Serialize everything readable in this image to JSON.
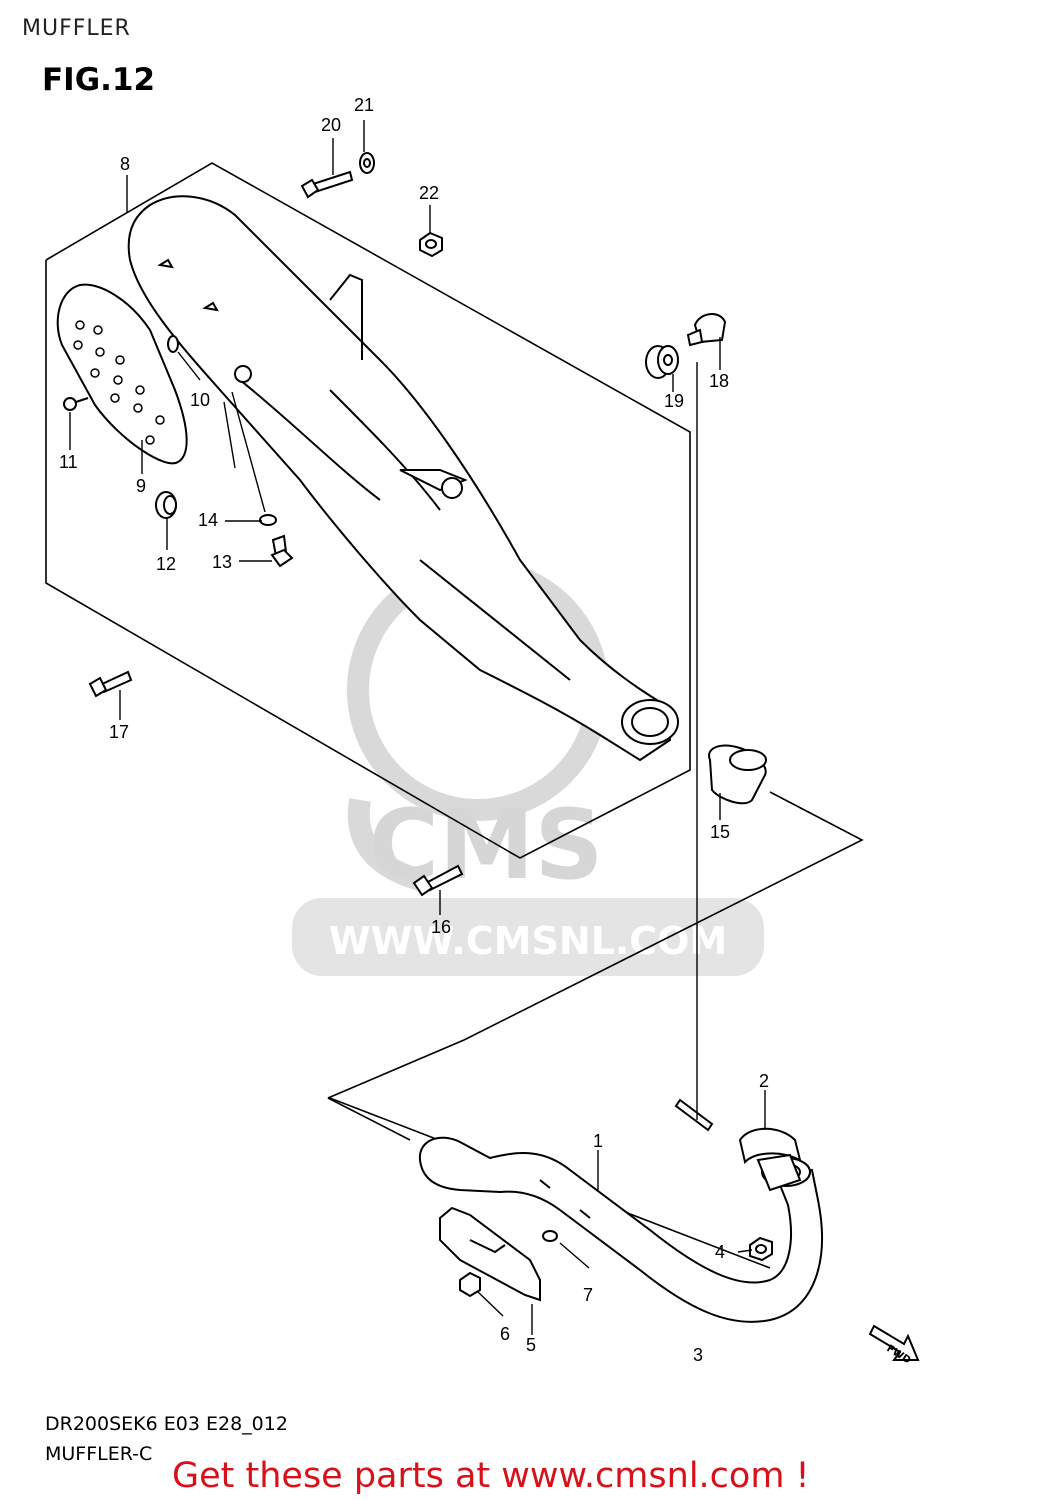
{
  "header": {
    "section_title": "MUFFLER",
    "figure_label": "FIG.12"
  },
  "watermark": {
    "brand": "CMS",
    "url": "WWW.CMSNL.COM"
  },
  "callouts": {
    "c1": "1",
    "c2": "2",
    "c3": "3",
    "c4": "4",
    "c5": "5",
    "c6": "6",
    "c7": "7",
    "c8": "8",
    "c9": "9",
    "c10": "10",
    "c11": "11",
    "c12": "12",
    "c13": "13",
    "c14": "14",
    "c15": "15",
    "c16": "16",
    "c17": "17",
    "c18": "18",
    "c19": "19",
    "c20": "20",
    "c21": "21",
    "c22": "22"
  },
  "direction_badge": "FWD",
  "footer": {
    "diagram_code": "DR200SEK6 E03 E28_012",
    "diagram_name": "MUFFLER-C",
    "promo": "Get these parts at www.cmsnl.com !"
  },
  "colors": {
    "promo": "#d8101a",
    "watermark": "#d6d6d6",
    "line": "#000000"
  }
}
